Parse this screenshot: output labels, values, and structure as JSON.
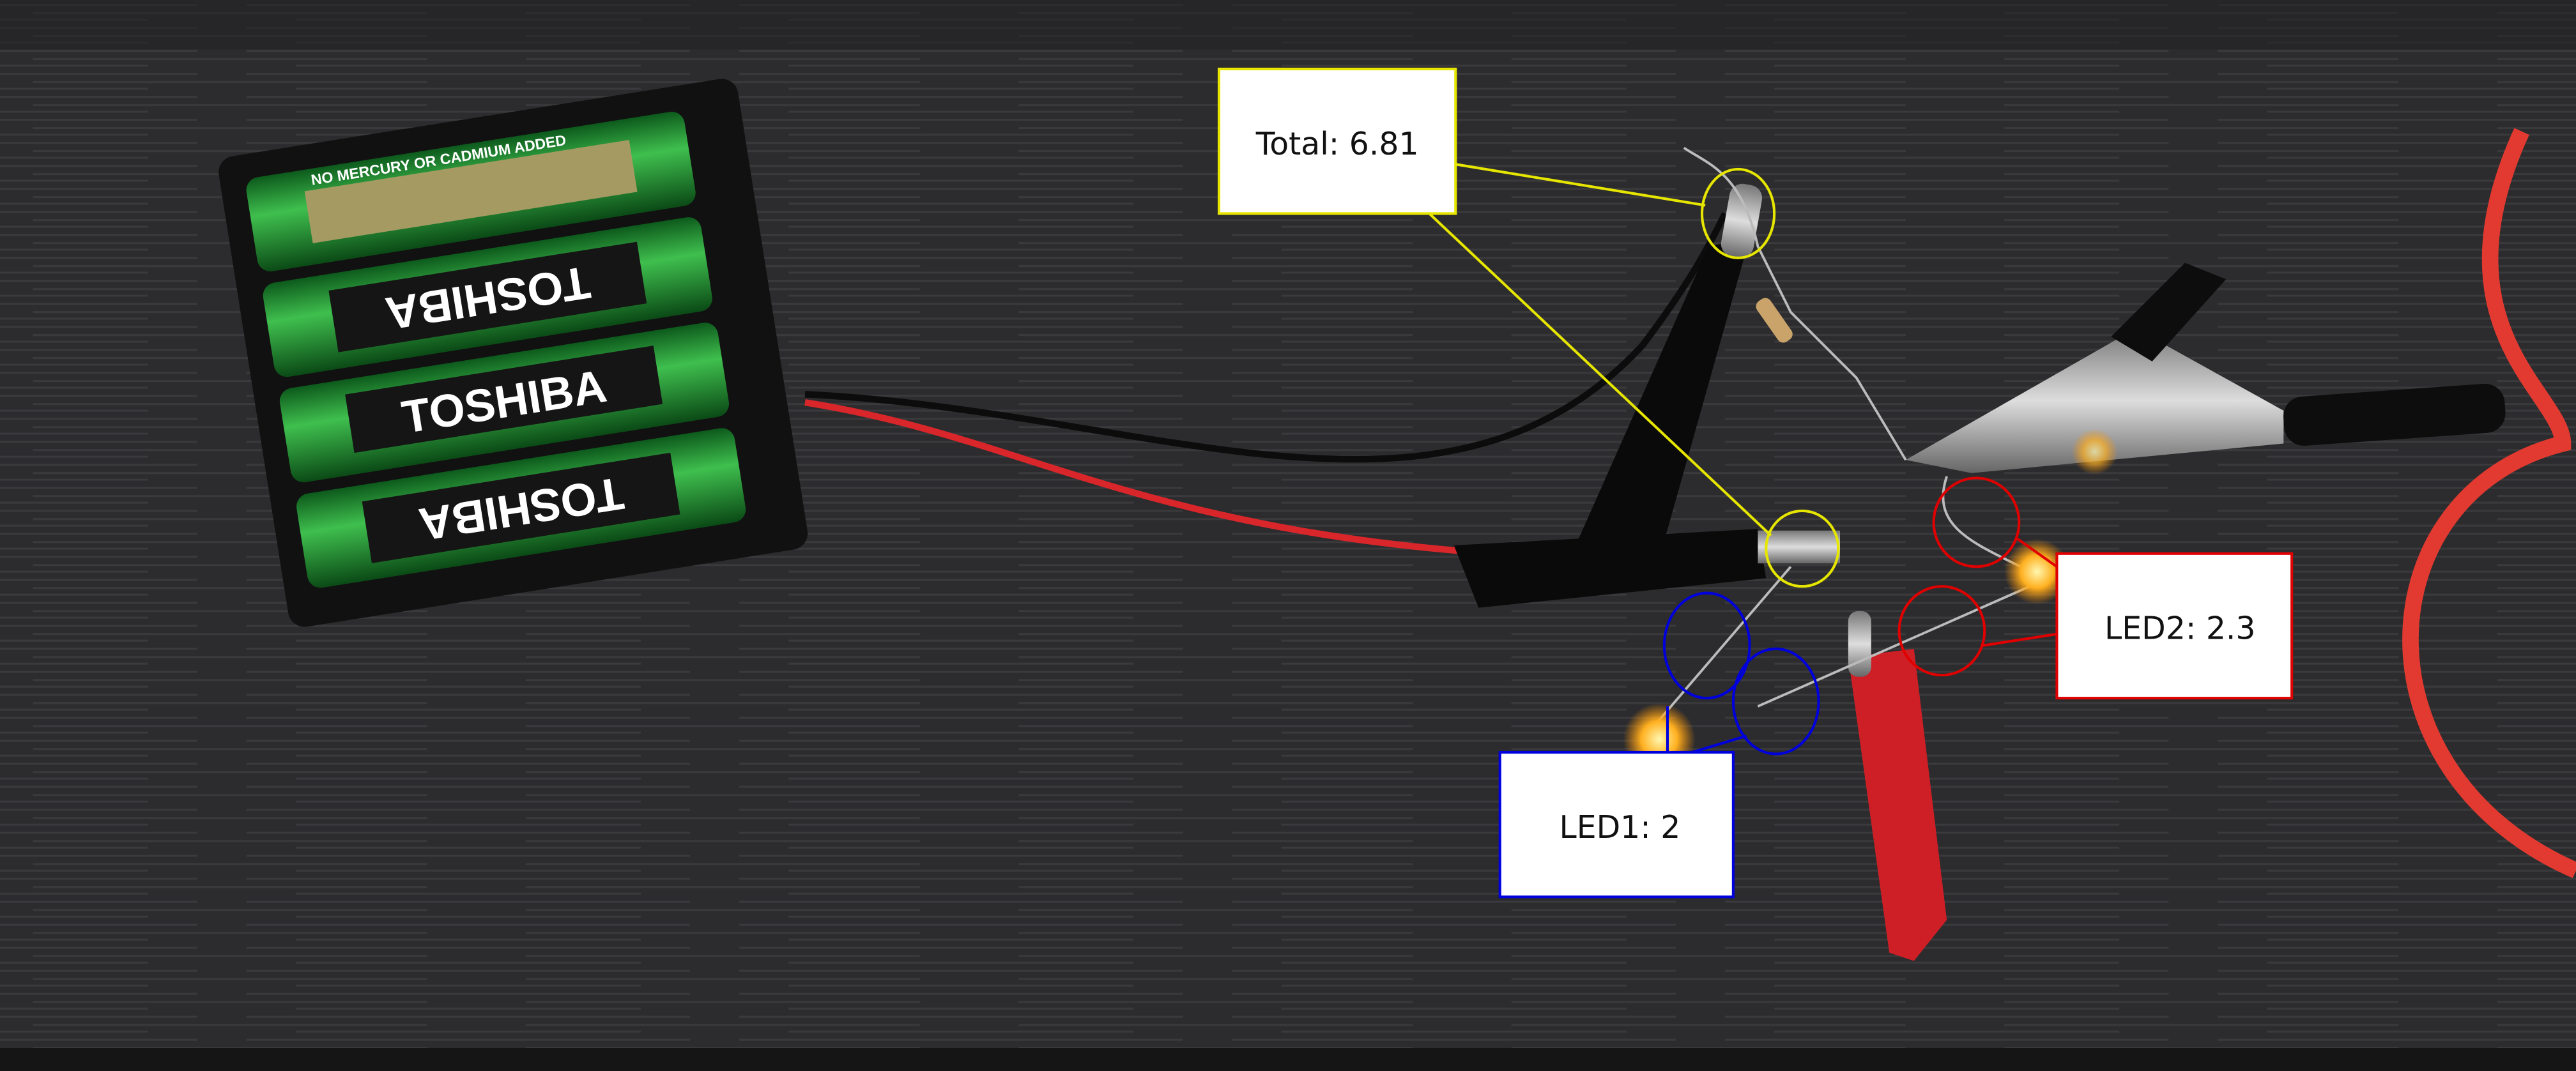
{
  "annotations": {
    "total": {
      "label": "Total: 6.81",
      "color": "#e6e600"
    },
    "led1": {
      "label": "LED1: 2",
      "color": "#0000dd"
    },
    "led2": {
      "label": "LED2: 2.3",
      "color": "#e00000"
    }
  },
  "photo": {
    "battery_brand": "TOSHIBA",
    "battery_note": "NO MERCURY OR CADMIUM ADDED"
  }
}
